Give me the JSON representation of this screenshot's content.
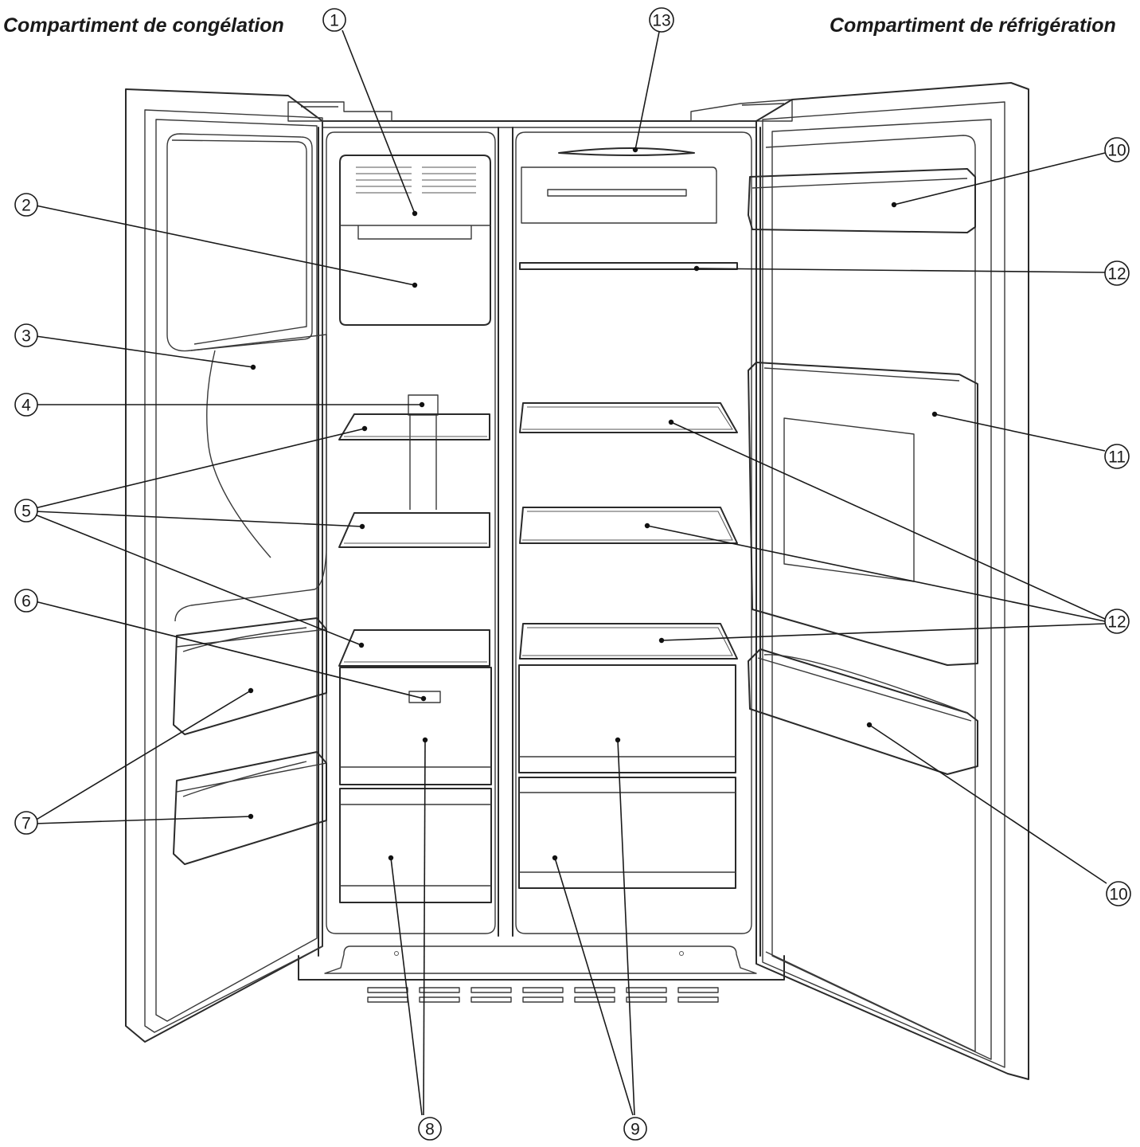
{
  "headings": {
    "freezer": "Compartiment de congélation",
    "fridge": "Compartiment de réfrigération"
  },
  "callouts": [
    {
      "id": "c1",
      "number": "1"
    },
    {
      "id": "c2",
      "number": "2"
    },
    {
      "id": "c3",
      "number": "3"
    },
    {
      "id": "c4",
      "number": "4"
    },
    {
      "id": "c5",
      "number": "5"
    },
    {
      "id": "c6",
      "number": "6"
    },
    {
      "id": "c7",
      "number": "7"
    },
    {
      "id": "c8",
      "number": "8"
    },
    {
      "id": "c9",
      "number": "9"
    },
    {
      "id": "c10a",
      "number": "10"
    },
    {
      "id": "c10b",
      "number": "10"
    },
    {
      "id": "c11",
      "number": "11"
    },
    {
      "id": "c12a",
      "number": "12"
    },
    {
      "id": "c12b",
      "number": "12"
    },
    {
      "id": "c13",
      "number": "13"
    }
  ],
  "colors": {
    "line": "#2a2a2a",
    "background": "#ffffff"
  }
}
